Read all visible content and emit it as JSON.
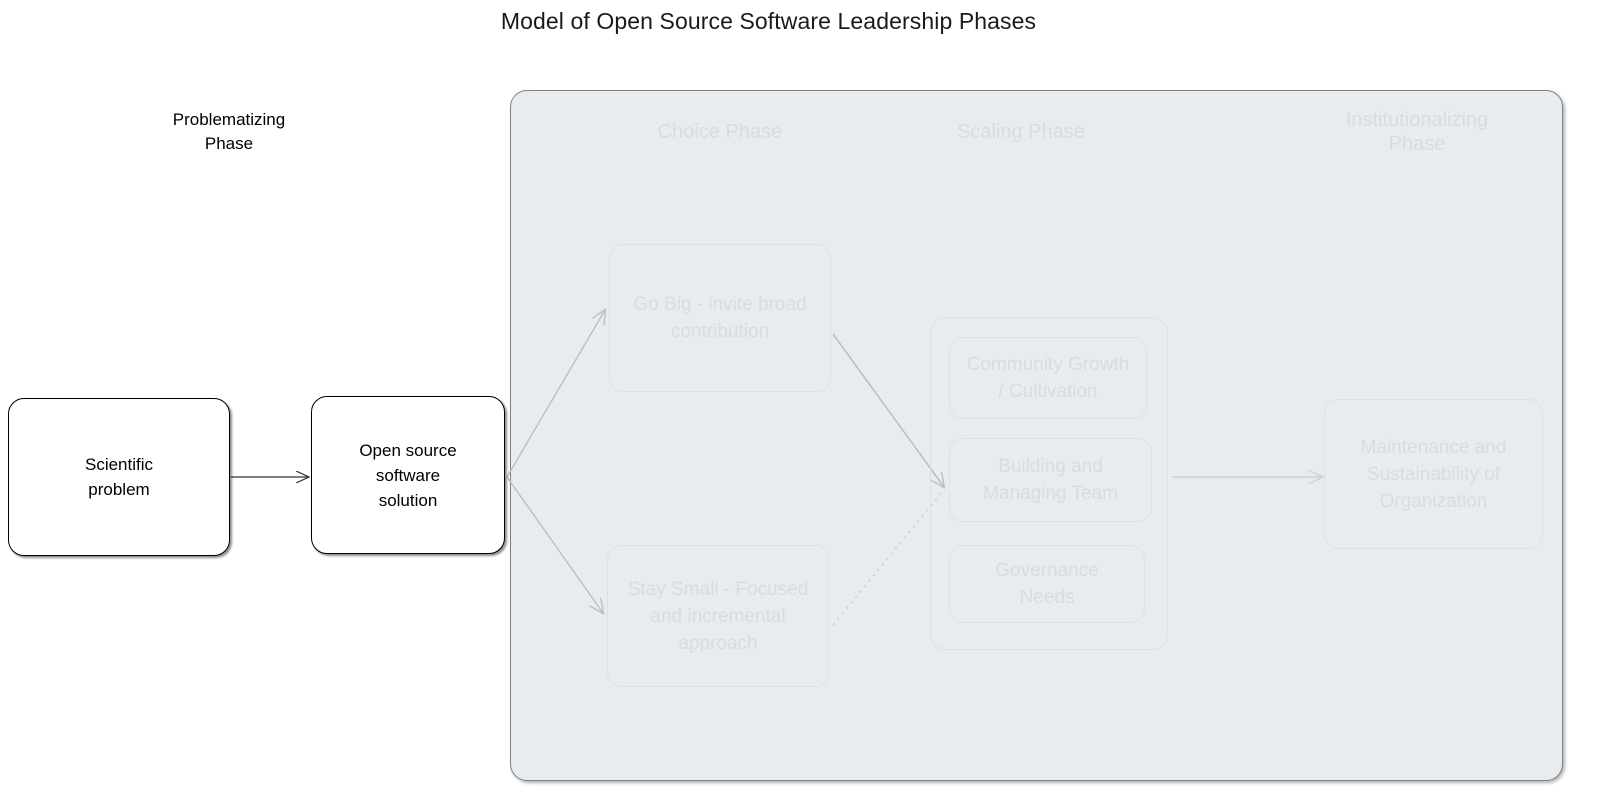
{
  "title": "Model of Open Source Software Leadership Phases",
  "colors": {
    "canvas_background": "#ffffff",
    "phases_container_fill": "#e8ecef",
    "phases_container_border": "#7f8285",
    "ghost_text": "#d7dce0",
    "ghost_border": "#dde1e4",
    "solid_text": "#000000",
    "solid_border": "#000000",
    "connector_solid": "#b9bfc4",
    "connector_black": "#333333"
  },
  "phase_labels": {
    "problematizing": "Problematizing\nPhase",
    "choice": "Choice Phase",
    "scaling": "Scaling Phase",
    "institutionalizing": "Institutionalizing\nPhase"
  },
  "nodes": {
    "scientific_problem": "Scientific\nproblem",
    "oss_solution": "Open source\nsoftware\nsolution",
    "go_big": "Go Big - invite broad\ncontribution",
    "stay_small": "Stay Small - Focused\nand incremental\napproach",
    "community_growth": "Community Growth\n/ Cultivation",
    "building_team": "Building and\nManaging Team",
    "governance_needs": "Governance\nNeeds",
    "maintenance": "Maintenance and\nSustainability of\nOrganization"
  },
  "connections": [
    {
      "name": "scientific-problem-to-oss-solution",
      "from": "scientific_problem",
      "to": "oss_solution",
      "style": "solid",
      "color": "#333333"
    },
    {
      "name": "oss-solution-to-go-big",
      "from": "oss_solution",
      "to": "go_big",
      "style": "solid",
      "color": "#b9bfc4"
    },
    {
      "name": "oss-solution-to-stay-small",
      "from": "oss_solution",
      "to": "stay_small",
      "style": "solid",
      "color": "#b9bfc4"
    },
    {
      "name": "go-big-to-scaling-group",
      "from": "go_big",
      "to": "scaling_group",
      "style": "solid",
      "color": "#b9bfc4"
    },
    {
      "name": "stay-small-to-scaling-group",
      "from": "stay_small",
      "to": "scaling_group",
      "style": "dotted",
      "color": "#b9bfc4"
    },
    {
      "name": "scaling-group-to-maintenance",
      "from": "scaling_group",
      "to": "maintenance",
      "style": "solid",
      "color": "#cbd1d6"
    }
  ]
}
